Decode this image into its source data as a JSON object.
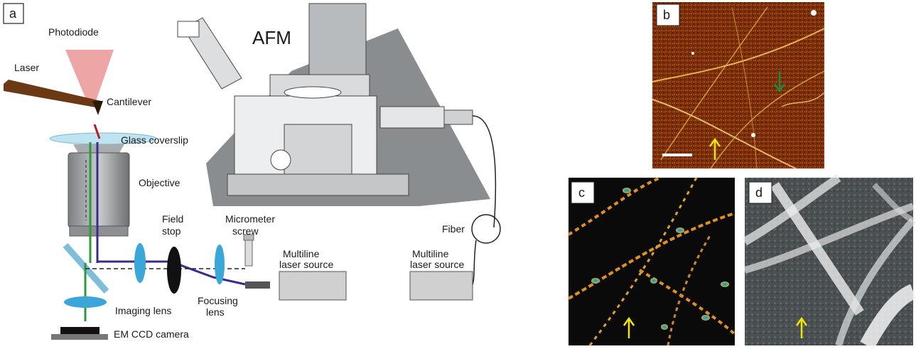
{
  "panels": {
    "a": "a",
    "b": "b",
    "c": "c",
    "d": "d"
  },
  "labels": {
    "photodiode": "Photodiode",
    "laser": "Laser",
    "cantilever": "Cantilever",
    "glass_coverslip": "Glass coverslip",
    "objective": "Objective",
    "afm": "AFM",
    "field": "Field",
    "stop": "stop",
    "micrometer": "Micrometer",
    "screw": "screw",
    "fiber": "Fiber",
    "multiline1": "Multiline",
    "laser_source1": "laser source",
    "multiline2": "Multiline",
    "laser_source2": "laser source",
    "imaging_lens": "Imaging lens",
    "focusing": "Focusing",
    "lens": "lens",
    "em_ccd": "EM CCD camera"
  },
  "colors": {
    "afm_image": "#8a3a0c",
    "arrow_yellow": "#f2e600",
    "arrow_green": "#1e8a3c",
    "laser_beam": "#e05b5b",
    "optics_blue": "#3aa7d8",
    "beam_purple": "#3b2c8c"
  }
}
